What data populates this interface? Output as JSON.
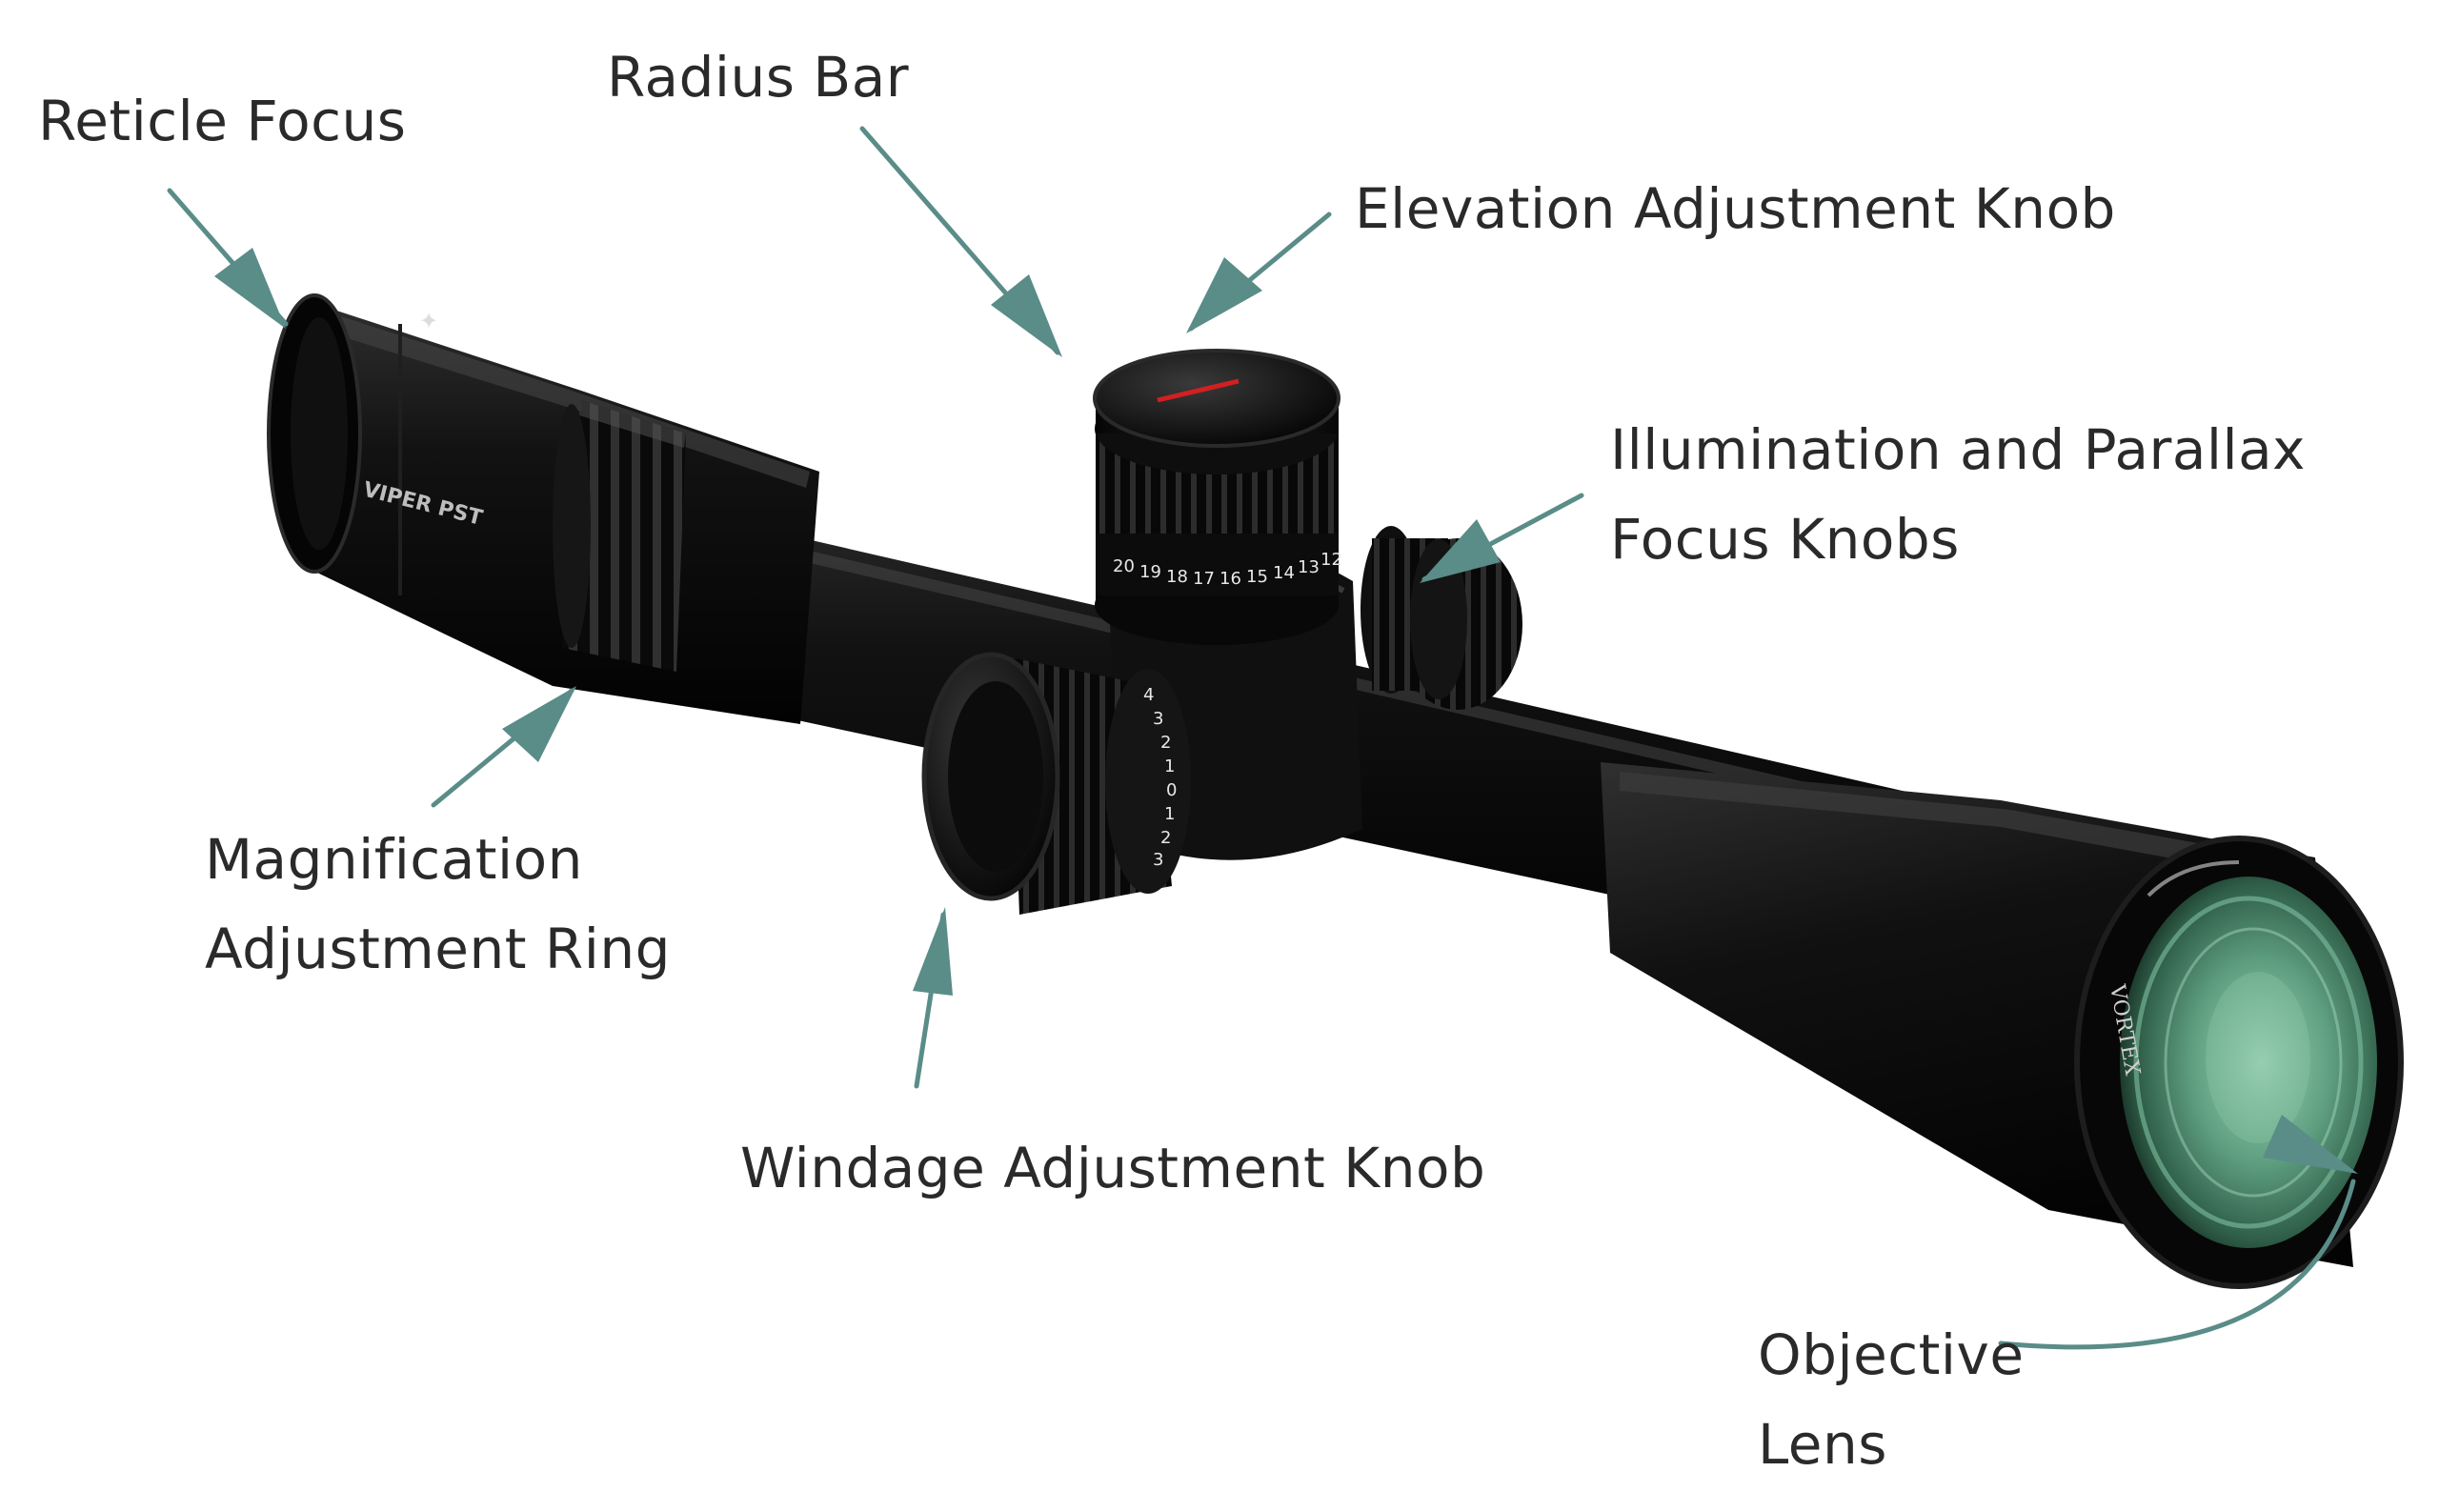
{
  "diagram": {
    "labels": {
      "reticle_focus": "Reticle Focus",
      "radius_bar": "Radius Bar",
      "elevation_knob": "Elevation Adjustment Knob",
      "illumination_line1": "Illumination and Parallax",
      "illumination_line2": "Focus Knobs",
      "magnification_line1": "Magnification",
      "magnification_line2": "Adjustment Ring",
      "windage_knob": "Windage Adjustment Knob",
      "objective_line1": "Objective",
      "objective_line2": "Lens"
    },
    "scope_markings": {
      "model": "VIPER PST",
      "brand": "VORTEX",
      "elevation_numbers": [
        "20",
        "19",
        "18",
        "17",
        "16",
        "15",
        "14",
        "13",
        "12"
      ],
      "windage_numbers": [
        "4",
        "3",
        "2",
        "1",
        "0",
        "1",
        "2",
        "3"
      ]
    },
    "colors": {
      "arrow": "#5a8c88",
      "scope_body": "#0c0c0c",
      "lens": "#4f8a6e",
      "accent_red": "#d22020",
      "text": "#2a2a2a"
    }
  }
}
